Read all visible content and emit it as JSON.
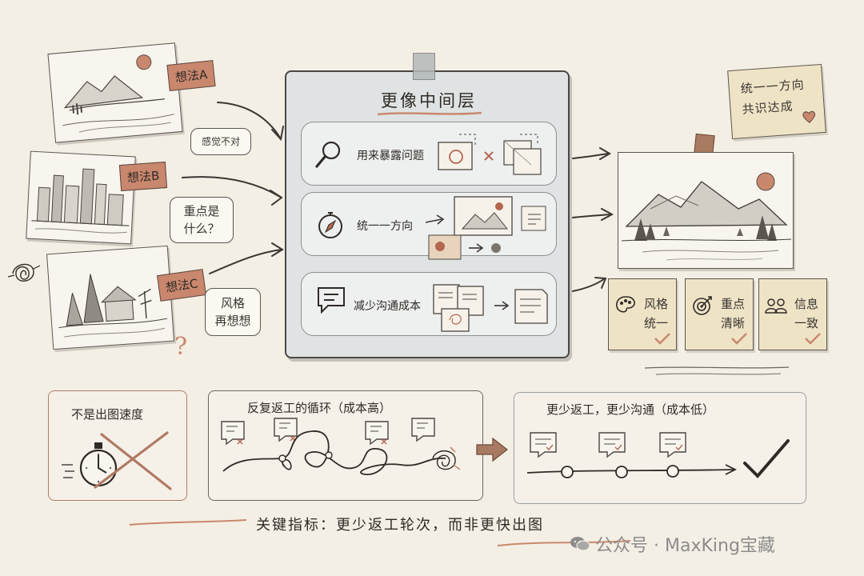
{
  "left_tags": [
    "想法A",
    "想法B",
    "想法C"
  ],
  "bubbles": [
    "感觉不对",
    "重点是",
    "什么？",
    "风格",
    "再想想"
  ],
  "question_mark": "?",
  "center": {
    "title": "更像中间层",
    "rows": [
      "用来暴露问题",
      "统一一方向",
      "减少沟通成本"
    ]
  },
  "top_note": [
    "统一一方向",
    "共识达成"
  ],
  "cards": [
    {
      "line1": "风格",
      "line2": "统一"
    },
    {
      "line1": "重点",
      "line2": "清晰"
    },
    {
      "line1": "信息",
      "line2": "一致"
    }
  ],
  "bottom": {
    "left_title": "不是出图速度",
    "mid_title": "反复返工的循环（成本高）",
    "right_title": "更少返工，更少沟通（成本低）"
  },
  "footer": "关键指标：更少返工轮次，而非更快出图",
  "watermark": "公众号 · MaxKing宝藏",
  "colors": {
    "background": "#f4efe4",
    "tag": "#c9876e",
    "note": "#efe3c6",
    "panel": "#dfe3e3",
    "ink": "#3a3632"
  }
}
